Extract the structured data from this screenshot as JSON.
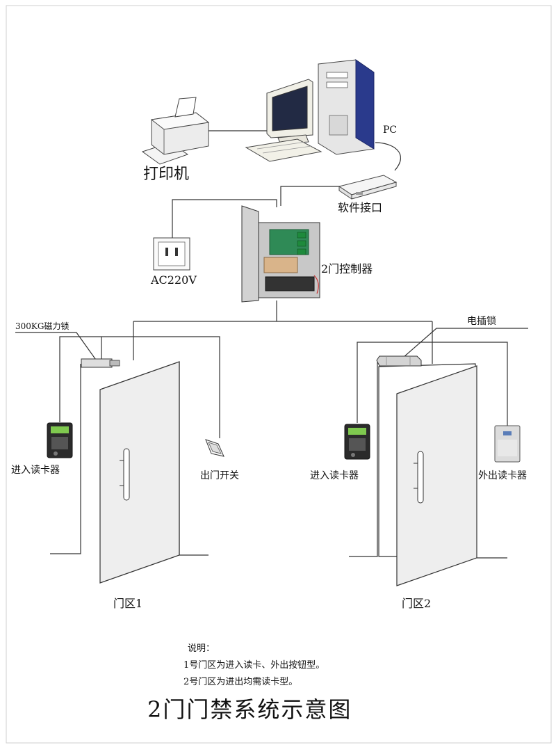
{
  "labels": {
    "printer": "打印机",
    "pc": "PC",
    "software_interface": "软件接口",
    "power": "AC220V",
    "controller": "2门控制器",
    "magnetic_lock": "300KG磁力锁",
    "electric_bolt_lock": "电插锁",
    "entry_reader_1": "进入读卡器",
    "exit_switch": "出门开关",
    "entry_reader_2": "进入读卡器",
    "exit_reader": "外出读卡器",
    "zone_1": "门区1",
    "zone_2": "门区2"
  },
  "notes": {
    "heading": "说明：",
    "line1": "1号门区为进入读卡、外出按钮型。",
    "line2": "2号门区为进出均需读卡型。"
  },
  "title": "2门门禁系统示意图",
  "colors": {
    "line": "#333333",
    "pc_blue": "#2a3a8c",
    "relay_green": "#1e8a3c"
  }
}
